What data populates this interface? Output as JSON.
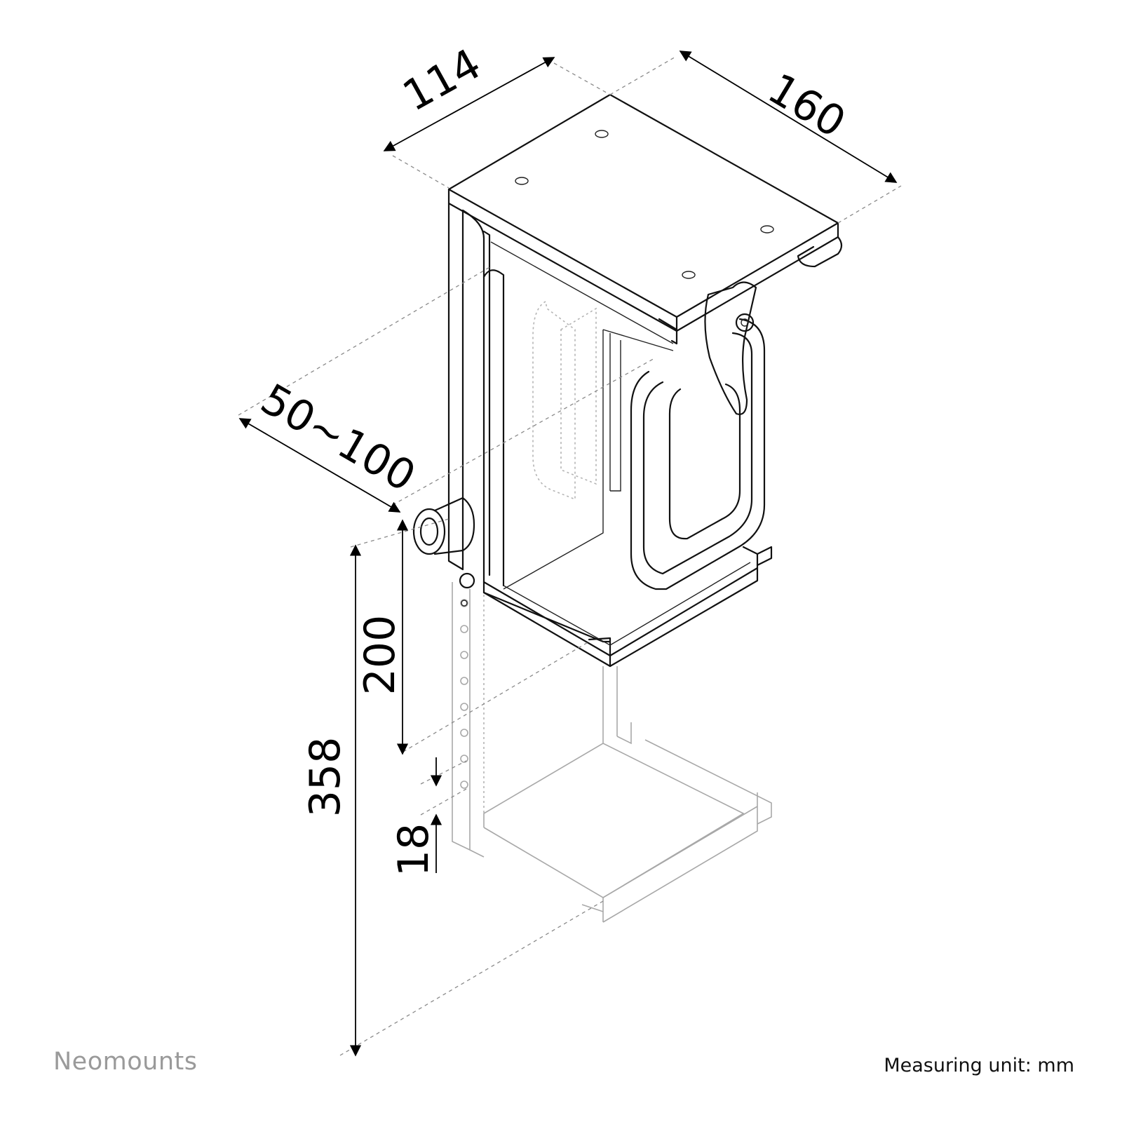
{
  "dimensions": {
    "width_114": "114",
    "depth_160": "160",
    "range_50_100": "50~100",
    "height_200": "200",
    "height_358": "358",
    "step_18": "18"
  },
  "footer": {
    "brand": "Neomounts",
    "unit_note": "Measuring unit: mm"
  },
  "colors": {
    "line": "#111111",
    "ghost": "#a8a8a8",
    "brand_gray": "#9a9a9a"
  }
}
